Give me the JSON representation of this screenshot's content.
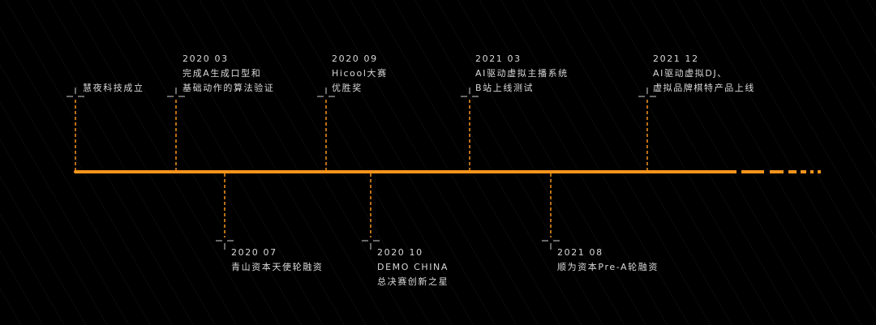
{
  "colors": {
    "background": "#000000",
    "timeline": "#f7941d",
    "text": "#d9d9d9",
    "crosshair": "#8c8c8c"
  },
  "milestones": [
    {
      "id": "founded",
      "lines": [
        "慧夜科技成立"
      ]
    },
    {
      "id": "2020-03",
      "lines": [
        "2020 03",
        "完成A生成口型和",
        "基础动作的算法验证"
      ]
    },
    {
      "id": "2020-07",
      "lines": [
        "2020 07",
        "青山资本天使轮融资"
      ]
    },
    {
      "id": "2020-09",
      "lines": [
        "2020 09",
        "Hicool大赛",
        "优胜奖"
      ]
    },
    {
      "id": "2020-10",
      "lines": [
        "2020 10",
        "DEMO CHINA",
        "总决赛创新之星"
      ]
    },
    {
      "id": "2021-03",
      "lines": [
        "2021 03",
        "AI驱动虚拟主播系统",
        "B站上线测试"
      ]
    },
    {
      "id": "2021-08",
      "lines": [
        "2021 08",
        "顺为资本Pre-A轮融资"
      ]
    },
    {
      "id": "2021-12",
      "lines": [
        "2021 12",
        "AI驱动虚拟DJ、",
        "虚拟品牌棋特产品上线"
      ]
    }
  ]
}
